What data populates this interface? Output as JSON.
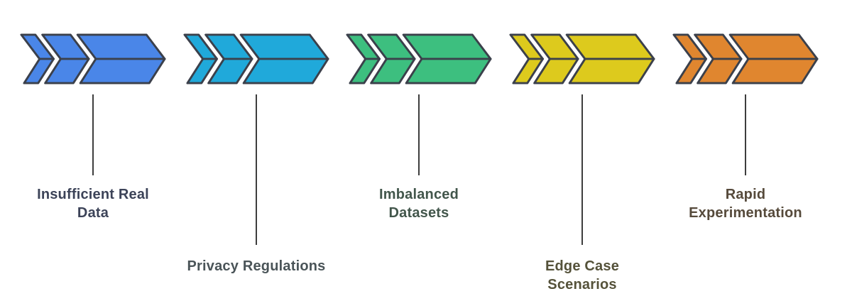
{
  "diagram": {
    "background": "#ffffff",
    "outline_color": "#3b404b",
    "connector_color": "#3d3d3d",
    "items": [
      {
        "label": "Insufficient Real Data",
        "lines": [
          "Insufficient Real",
          "Data"
        ],
        "color": "#4a86e8",
        "label_color": "#3c4358",
        "label_position": "upper"
      },
      {
        "label": "Privacy Regulations",
        "lines": [
          "Privacy Regulations"
        ],
        "color": "#20a9da",
        "label_color": "#4a5458",
        "label_position": "lower"
      },
      {
        "label": "Imbalanced Datasets",
        "lines": [
          "Imbalanced",
          "Datasets"
        ],
        "color": "#3dbf7f",
        "label_color": "#42564b",
        "label_position": "upper"
      },
      {
        "label": "Edge Case Scenarios",
        "lines": [
          "Edge Case",
          "Scenarios"
        ],
        "color": "#ddca1d",
        "label_color": "#55523a",
        "label_position": "lower"
      },
      {
        "label": "Rapid Experimentation",
        "lines": [
          "Rapid",
          "Experimentation"
        ],
        "color": "#e0862f",
        "label_color": "#564a3b",
        "label_position": "upper"
      }
    ]
  }
}
